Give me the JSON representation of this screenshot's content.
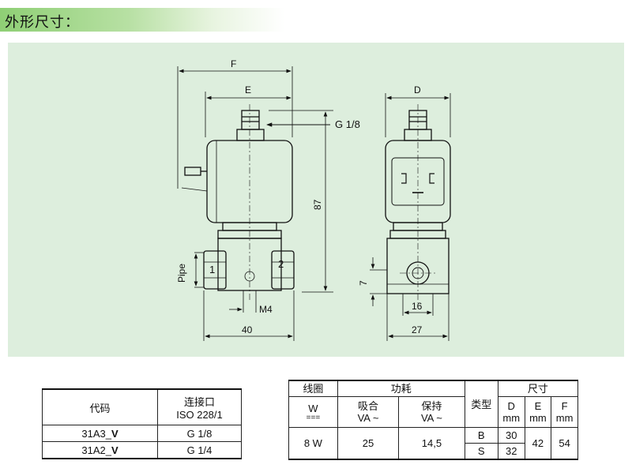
{
  "section": {
    "title": "外形尺寸："
  },
  "drawing": {
    "front_view": {
      "dim_F": "F",
      "dim_E": "E",
      "port_label": "G 1/8",
      "dim_height": "87",
      "pipe_label": "Pipe",
      "port_1": "1",
      "port_2": "2",
      "thread_label": "M4",
      "dim_width": "40"
    },
    "side_view": {
      "dim_D": "D",
      "dim_7": "7",
      "dim_16": "16",
      "dim_27": "27"
    }
  },
  "code_table": {
    "header_code": "代码",
    "header_conn_line1": "连接口",
    "header_conn_line2": "ISO 228/1",
    "rows": [
      {
        "code_prefix": "31A3_",
        "code_suffix": "V",
        "conn": "G 1/8"
      },
      {
        "code_prefix": "31A2_",
        "code_suffix": "V",
        "conn": "G 1/4"
      }
    ]
  },
  "spec_table": {
    "coil": "线圈",
    "power": "功耗",
    "type": "类型",
    "size": "尺寸",
    "w": "W",
    "w_symbol": "===",
    "pull": "吸合",
    "pull_unit": "VA ~",
    "hold": "保持",
    "hold_unit": "VA ~",
    "d": "D",
    "e": "E",
    "f": "F",
    "mm": "mm",
    "coil_value": "8 W",
    "pull_value": "25",
    "hold_value": "14,5",
    "type_B": "B",
    "type_S": "S",
    "d_B": "30",
    "d_S": "32",
    "e_value": "42",
    "f_value": "54"
  }
}
